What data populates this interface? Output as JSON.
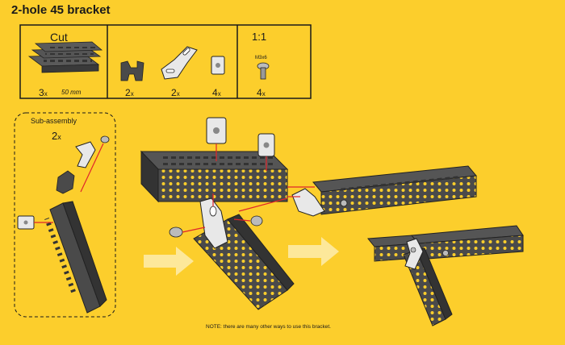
{
  "title": "2-hole 45 bracket",
  "parts_table": {
    "cut_label": "Cut",
    "scale_label": "1:1",
    "beam_qty": "3",
    "beam_length": "50 mm",
    "clip_qty": "2",
    "bracket_qty": "2",
    "nut_qty": "4",
    "screw_label": "M3x6",
    "screw_qty": "4",
    "times_symbol": "x"
  },
  "subassembly": {
    "label": "Sub-assembly",
    "qty": "2"
  },
  "note": "NOTE: there are many other ways to use this bracket.",
  "colors": {
    "background": "#fcce2c",
    "beam": "#4a4a4a",
    "beam_dark": "#333333",
    "part_light": "#e8e8e8",
    "guide_line": "#e0242b",
    "arrow": "#fde89a"
  }
}
